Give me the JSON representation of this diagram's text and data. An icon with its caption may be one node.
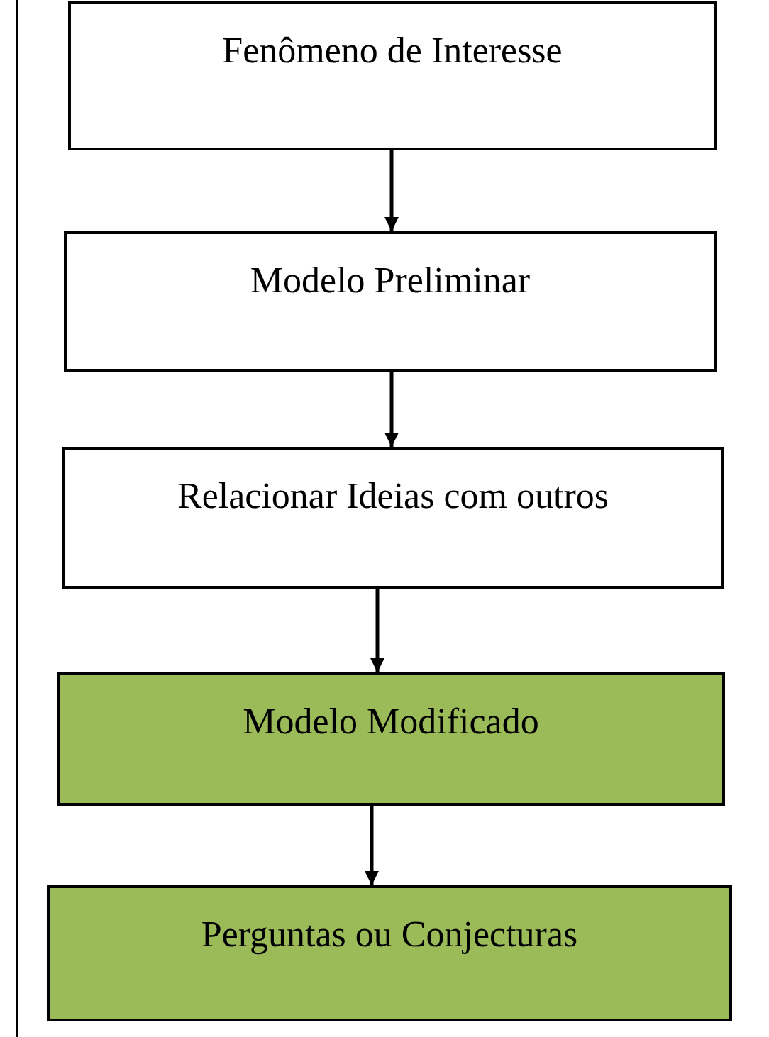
{
  "diagram": {
    "nodes": [
      {
        "text": [
          "Fenômeno de Interesse"
        ]
      },
      {
        "text": [
          "Modelo Preliminar"
        ]
      },
      {
        "text": [
          "Relacionar Ideias com outros"
        ]
      },
      {
        "text": [
          "Modelo Modificado"
        ]
      },
      {
        "text": [
          "Perguntas ou Conjecturas"
        ]
      }
    ],
    "edges": [
      {
        "from": 0,
        "to": 1,
        "arrow": "to"
      },
      {
        "from": 1,
        "to": 2,
        "arrow": "to"
      },
      {
        "from": 2,
        "to": 3,
        "arrow": "to"
      },
      {
        "from": 3,
        "to": 4,
        "arrow": "to"
      }
    ]
  }
}
